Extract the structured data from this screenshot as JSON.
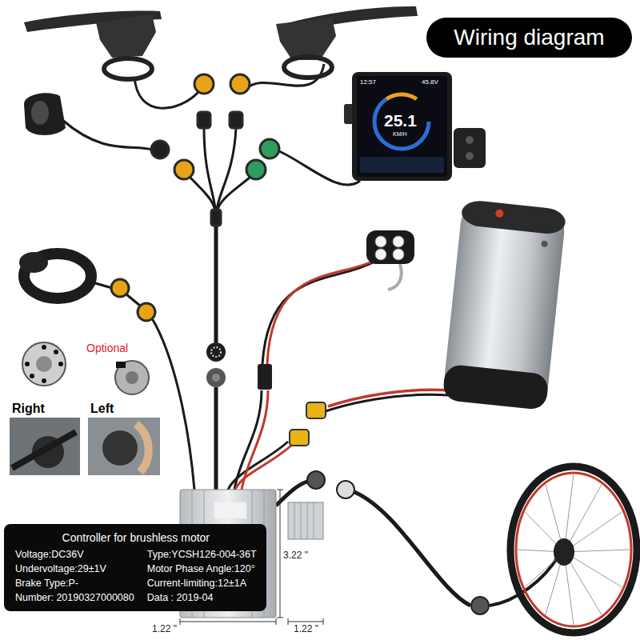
{
  "diagram": {
    "title": "Wiring diagram",
    "nodes": [
      {
        "text": [
          "Controller for brushless motor",
          "Voltage:DC36V",
          "Type:YCSH126-004-36T",
          "Undervoltage:29±1V",
          "Motor Phase Angle:120°",
          "Brake Type:P-",
          "Current-limiting:12±1A",
          "Number: 20190327000080",
          "Data : 2019-04"
        ]
      }
    ],
    "labels": [
      "12:57",
      "45.8V",
      "25.1",
      "KM/H",
      "Optional",
      "Right",
      "Left",
      "3.22 \"",
      "1.22 \"",
      "1.22 \""
    ]
  }
}
